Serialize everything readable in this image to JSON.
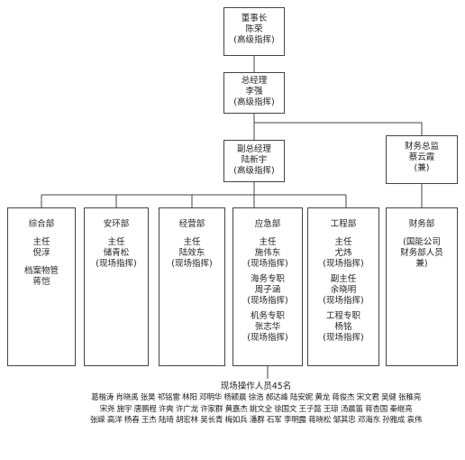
{
  "chairman": {
    "title": "董事长",
    "name": "陈荣",
    "role": "(高级指挥)"
  },
  "gm": {
    "title": "总经理",
    "name": "李强",
    "role": "(高级指挥)"
  },
  "deputy": {
    "title": "副总经理",
    "name": "陆新宇",
    "role": "(高级指挥)"
  },
  "finance_director": {
    "title": "财务总监",
    "name": "蔡云霞",
    "role": "(兼)"
  },
  "departments": {
    "general": {
      "title": "综合部",
      "p1_title": "主任",
      "p1_name": "倪淳",
      "p2_title": "档案物管",
      "p2_name": "蒋恺"
    },
    "safety": {
      "title": "安环部",
      "p1_title": "主任",
      "p1_name": "储青松",
      "p1_role": "(现场指挥)"
    },
    "operations": {
      "title": "经营部",
      "p1_title": "主任",
      "p1_name": "陆效东",
      "p1_role": "(现场指挥)"
    },
    "emergency": {
      "title": "应急部",
      "p1_title": "主任",
      "p1_name": "施伟东",
      "p1_role": "(现场指挥)",
      "p2_title": "海务专职",
      "p2_name": "周子涵",
      "p2_role": "(现场指挥)",
      "p3_title": "机务专职",
      "p3_name": "张志华",
      "p3_role": "(现场指挥)"
    },
    "engineering": {
      "title": "工程部",
      "p1_title": "主任",
      "p1_name": "尤炜",
      "p1_role": "(现场指挥)",
      "p2_title": "副主任",
      "p2_name": "余晓明",
      "p2_role": "(现场指挥)",
      "p3_title": "工程专职",
      "p3_name": "杨铭",
      "p3_role": "(现场指挥)"
    },
    "finance": {
      "title": "财务部",
      "line1": "(国能公司",
      "line2": "财务部人员",
      "line3": "兼)"
    }
  },
  "field_staff": {
    "title": "现场操作人员45名",
    "row1": "葛楷涛 肖晓禹 张昊 祁铭雷 林阳 邓明华 杨颖晨 徐浩 郝达峰 陆安妮 黄龙 蒋俊杰 宋文君 吴健 张稚亮",
    "row2": "宋尧 施宇 唐鹏程 许爽 许广龙 许家群 黄嘉杰 姚文全 徐国文 王子懿 王琼 汤晨笛 蒋杏国 秦继亮",
    "row3": "张嵘 高洋 杨春 王杰 陆琦 胡宏林 吴长青 梅如兵 潘群 石军 李明露 蒋晓松 邹其忠 邓海东 孙雅成 袁伟"
  }
}
